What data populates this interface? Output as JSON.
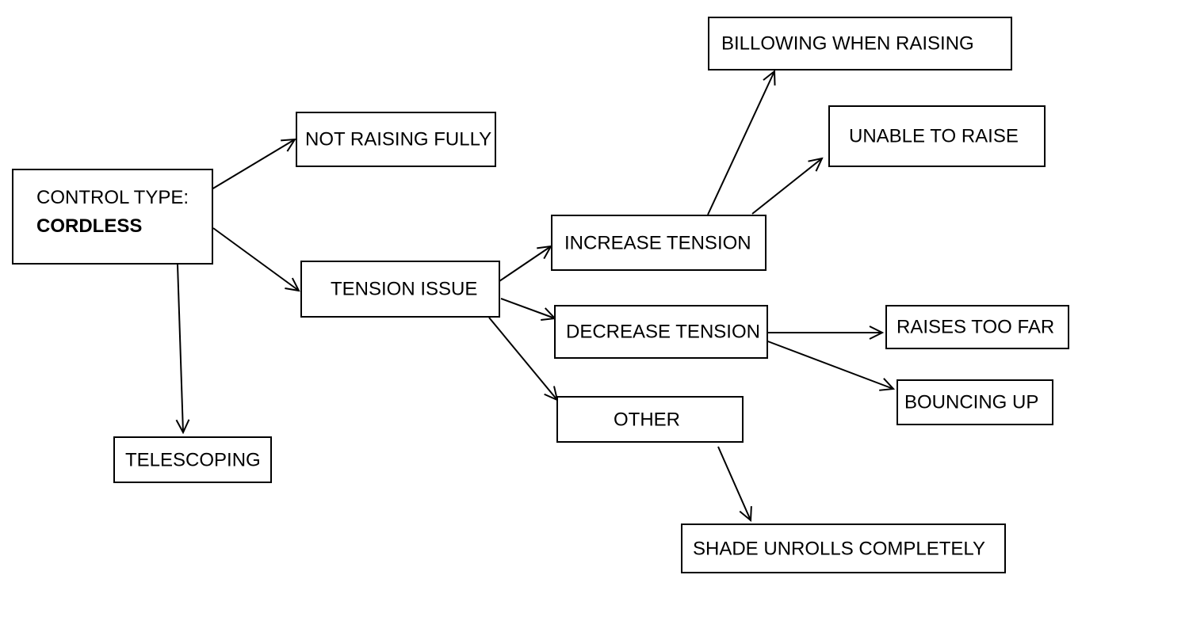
{
  "diagram": {
    "root": {
      "line1": "CONTROL TYPE:",
      "line2": "CORDLESS"
    },
    "nodes": {
      "not_raising_fully": "NOT RAISING FULLY",
      "tension_issue": "TENSION ISSUE",
      "telescoping": "TELESCOPING",
      "increase_tension": "INCREASE TENSION",
      "decrease_tension": "DECREASE TENSION",
      "other": "OTHER",
      "billowing_when_raising": "BILLOWING WHEN RAISING",
      "unable_to_raise": "UNABLE TO RAISE",
      "raises_too_far": "RAISES TOO FAR",
      "bouncing_up": "BOUNCING UP",
      "shade_unrolls_completely": "SHADE UNROLLS COMPLETELY"
    },
    "edges": [
      {
        "from": "CONTROL TYPE: CORDLESS",
        "to": "NOT RAISING FULLY"
      },
      {
        "from": "CONTROL TYPE: CORDLESS",
        "to": "TENSION ISSUE"
      },
      {
        "from": "CONTROL TYPE: CORDLESS",
        "to": "TELESCOPING"
      },
      {
        "from": "TENSION ISSUE",
        "to": "INCREASE TENSION"
      },
      {
        "from": "TENSION ISSUE",
        "to": "DECREASE TENSION"
      },
      {
        "from": "TENSION ISSUE",
        "to": "OTHER"
      },
      {
        "from": "INCREASE TENSION",
        "to": "BILLOWING WHEN RAISING"
      },
      {
        "from": "INCREASE TENSION",
        "to": "UNABLE TO RAISE"
      },
      {
        "from": "DECREASE TENSION",
        "to": "RAISES TOO FAR"
      },
      {
        "from": "DECREASE TENSION",
        "to": "BOUNCING UP"
      },
      {
        "from": "OTHER",
        "to": "SHADE UNROLLS COMPLETELY"
      }
    ]
  }
}
